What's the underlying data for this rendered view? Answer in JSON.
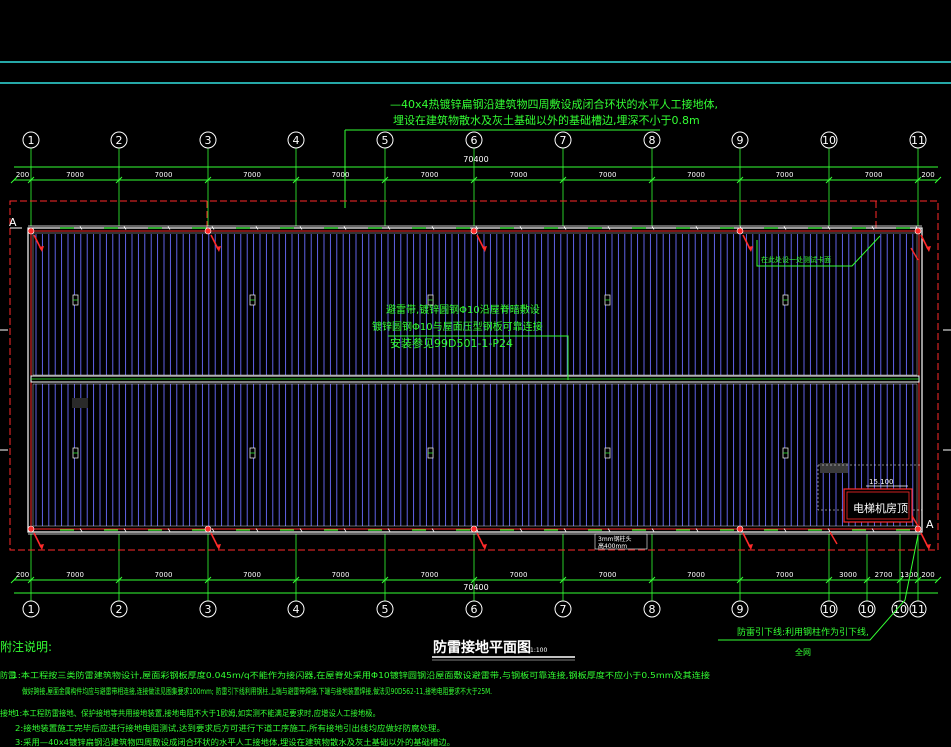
{
  "colors": {
    "background": "#000000",
    "cyan": "#33e0e0",
    "green": "#33ff33",
    "white": "#ffffff",
    "red": "#ff2a2a",
    "blue": "#6a6cff",
    "gray": "#8a8a8a"
  },
  "top_note": {
    "line1": "—40x4热镀锌扁钢沿建筑物四周敷设成闭合环状的水平人工接地体,",
    "line2": "埋设在建筑物散水及灰土基础以外的基础槽边,埋深不小于0.8m"
  },
  "axes_top": [
    "1",
    "2",
    "3",
    "4",
    "5",
    "6",
    "7",
    "8",
    "9",
    "10",
    "11"
  ],
  "axes_bottom": [
    "1",
    "2",
    "3",
    "4",
    "5",
    "6",
    "7",
    "8",
    "9",
    "10",
    "10",
    "10",
    "11"
  ],
  "top_dims": [
    "200",
    "7000",
    "7000",
    "7000",
    "7000",
    "7000",
    "7000",
    "7000",
    "7000",
    "7000",
    "7000",
    "200"
  ],
  "bottom_dims": [
    "200",
    "7000",
    "7000",
    "7000",
    "7000",
    "7000",
    "7000",
    "7000",
    "7000",
    "7000",
    "3000",
    "2700",
    "1300",
    "200"
  ],
  "total_dim": "70400",
  "row_label": "A",
  "roof_note": {
    "line1": "避雷带,镀锌圆钢Φ10沿屋脊暗敷设",
    "line2": "镀锌圆钢Φ10与屋面压型钢板可靠连接",
    "line3": "安装参见99D501-1-P24"
  },
  "roof_corner_note": "在此处设一处测试卡面",
  "elevator": {
    "level": "15.100",
    "label": "电梯机房顶"
  },
  "bottom_tag": {
    "line1": "3mm钢柱头",
    "line2": "高400mm"
  },
  "downlead_note": {
    "line1": "防雷引下线:利用钢柱作为引下线,",
    "line2": "全网"
  },
  "drawing_title": "防雷接地平面图",
  "drawing_scale": "1:100",
  "notes_header": "附注说明:",
  "notes": {
    "group1_tag": "防雷",
    "line1": "1:本工程按三类防雷建筑物设计,屋面彩钢板厚度0.045m/q不能作为接闪器,在屋脊处采用Φ10镀锌圆钢沿屋面敷设避雷带,与钢板可靠连接,钢板厚度不应小于0.5mm及其连接",
    "line2": "做好跨接,屋面金属构件均应与避雷带相连接,连接做法见图集要求100mm; 防雷引下线利用钢柱,上端与避雷带焊接,下端与接地装置焊接,做法见90D562-11,接地电阻要求不大于25M.",
    "group2_tag": "接地",
    "line3": "1:本工程防雷接地、保护接地等共用接地装置,接地电阻不大于1欧姆,如实测不能满足要求时,应增设人工接地极。",
    "line4": "2:接地装置施工完毕后应进行接地电阻测试,达到要求后方可进行下道工序施工,所有接地引出线均应做好防腐处理。",
    "line5": "3:采用—40x4镀锌扁钢沿建筑物四周敷设成闭合环状的水平人工接地体,埋设在建筑物散水及灰土基础以外的基础槽边。"
  }
}
